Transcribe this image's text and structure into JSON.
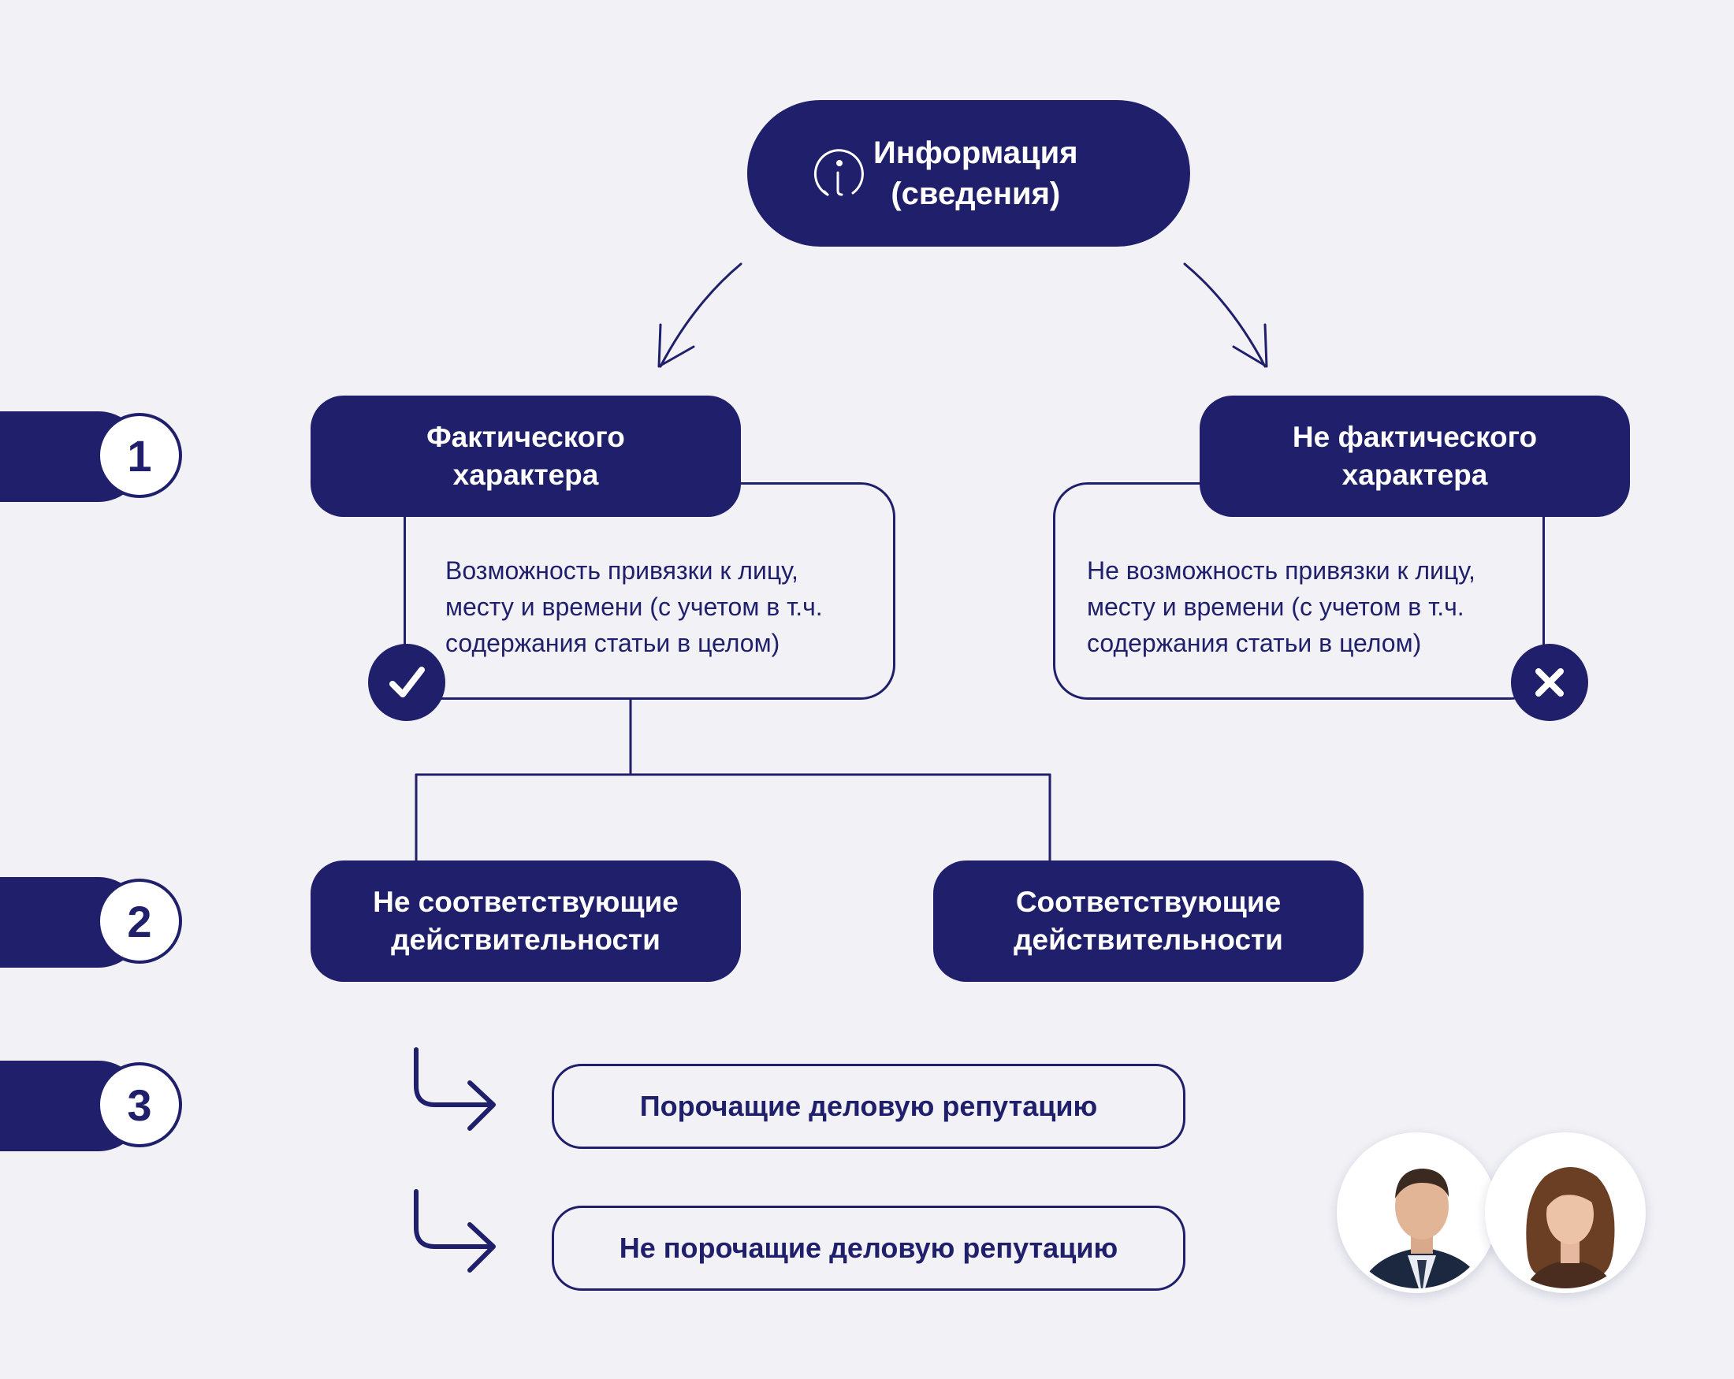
{
  "colors": {
    "primary": "#1f1f6b",
    "background": "#f1f1f6",
    "white": "#ffffff"
  },
  "root": {
    "line1": "Информация",
    "line2": "(сведения)",
    "icon": "info-icon"
  },
  "levels": [
    "1",
    "2",
    "3"
  ],
  "factual": {
    "title_line1": "Фактического",
    "title_line2": "характера",
    "desc_line1": "Возможность привязки к лицу,",
    "desc_line2": "месту и времени (с учетом в т.ч.",
    "desc_line3": "содержания статьи в целом)",
    "badge_icon": "check-icon"
  },
  "nonfactual": {
    "title_line1": "Не фактического",
    "title_line2": "характера",
    "desc_line1": "Не возможность привязки к лицу,",
    "desc_line2": "месту и времени (с учетом в т.ч.",
    "desc_line3": "содержания статьи в целом)",
    "badge_icon": "cross-icon"
  },
  "truth": {
    "untrue_line1": "Не соответствующие",
    "untrue_line2": "действительности",
    "true_line1": "Соответствующие",
    "true_line2": "действительности"
  },
  "reputation": {
    "defaming": "Порочащие деловую репутацию",
    "nondefaming": "Не порочащие деловую репутацию",
    "arrow_icon": "turn-right-arrow-icon"
  },
  "authors": [
    "man-portrait",
    "woman-portrait"
  ]
}
